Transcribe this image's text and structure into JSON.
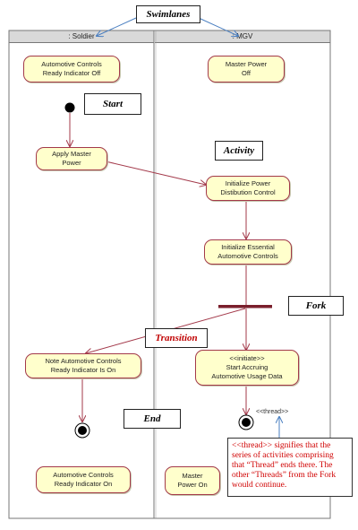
{
  "diagram": {
    "lanes": [
      ": Soldier",
      ": MGV"
    ],
    "nodes": {
      "automotive_controls_off": "Automotive Controls\nReady Indicator Off",
      "master_power_off": "Master Power\nOff",
      "apply_master_power": "Apply Master\nPower",
      "initialize_power_distribution": "Initialize Power\nDistibution Control",
      "initialize_essential_controls": "Initialize Essential\nAutomotive Controls",
      "note_controls_ready": "Note Automotive Controls\nReady Indicator Is On",
      "start_accruing": "<<initiate>>\nStart Accruing\nAutomotive Usage Data",
      "automotive_controls_on": "Automotive Controls\nReady Indicator On",
      "master_power_on": "Master\nPower On"
    },
    "stereotype_thread": "<<thread>>",
    "callouts": {
      "swimlanes": "Swimlanes",
      "start": "Start",
      "activity": "Activity",
      "fork": "Fork",
      "transition": "Transition",
      "end": "End"
    },
    "thread_note": "<<thread>> signifies that the series of activities comprising that “Thread” ends there. The other “Threads” from the Fork would continue.",
    "colors": {
      "node_fill": "#ffffcc",
      "node_border": "#a3394a",
      "arrow": "#a3394a",
      "fork_bar": "#7a1f2c",
      "callout_arrow": "#4a7fc1",
      "note_text": "#d00000",
      "transition_text": "#c00000"
    }
  }
}
